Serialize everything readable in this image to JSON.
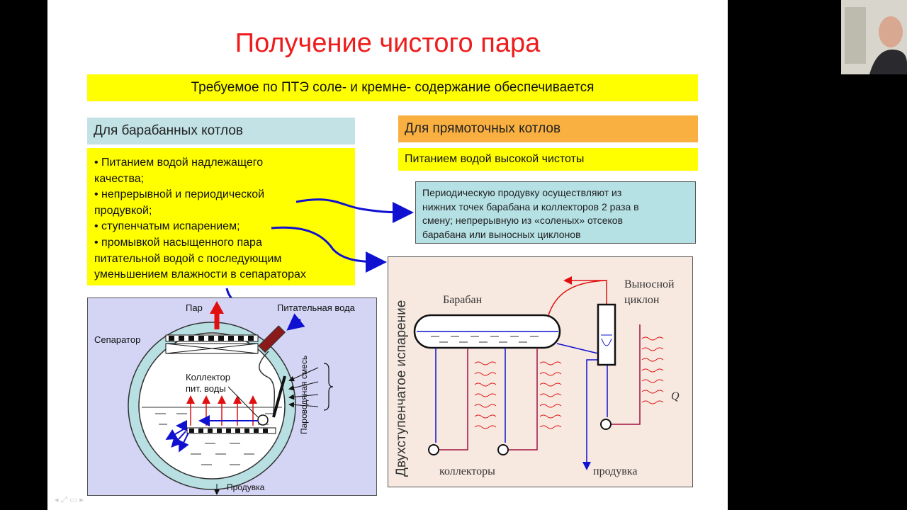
{
  "slide": {
    "title": "Получение чистого пара",
    "requirement": "Требуемое по ПТЭ соле- и кремне- содержание обеспечивается",
    "drum_header": "Для барабанных котлов",
    "once_header": "Для прямоточных котлов",
    "once_text": "Питанием водой высокой чистоты",
    "drum_items": [
      "• Питанием водой надлежащего",
      "качества;",
      "• непрерывной и периодической",
      "продувкой;",
      "• ступенчатым испарением;",
      "• промывкой насыщенного пара",
      "питательной водой с последующим",
      "уменьшением влажности в сепараторах"
    ],
    "blow_note": [
      "Периодическую продувку осуществляют из",
      "нижних точек барабана и коллекторов 2 раза в",
      "смену; непрерывную из «соленых» отсеков",
      "барабана или выносных циклонов"
    ]
  },
  "left_figure": {
    "steam": "Пар",
    "feedwater": "Питательная вода",
    "separator": "Сепаратор",
    "collector_line1": "Коллектор",
    "collector_line2": "пит. воды",
    "steam_water_mix": "Пароводяная смесь",
    "blowdown": "Продувка"
  },
  "right_figure": {
    "vertical_label": "Двухступенчатое испарение",
    "drum": "Барабан",
    "cyclone_line1": "Выносной",
    "cyclone_line2": "циклон",
    "collectors": "коллекторы",
    "blowdown": "продувка",
    "heat": "Q"
  },
  "colors": {
    "title": "#ee1c1c",
    "yellow": "#ffff00",
    "teal": "#c2e2e6",
    "orange": "#f9b040",
    "arrow_blue": "#1010d0"
  }
}
